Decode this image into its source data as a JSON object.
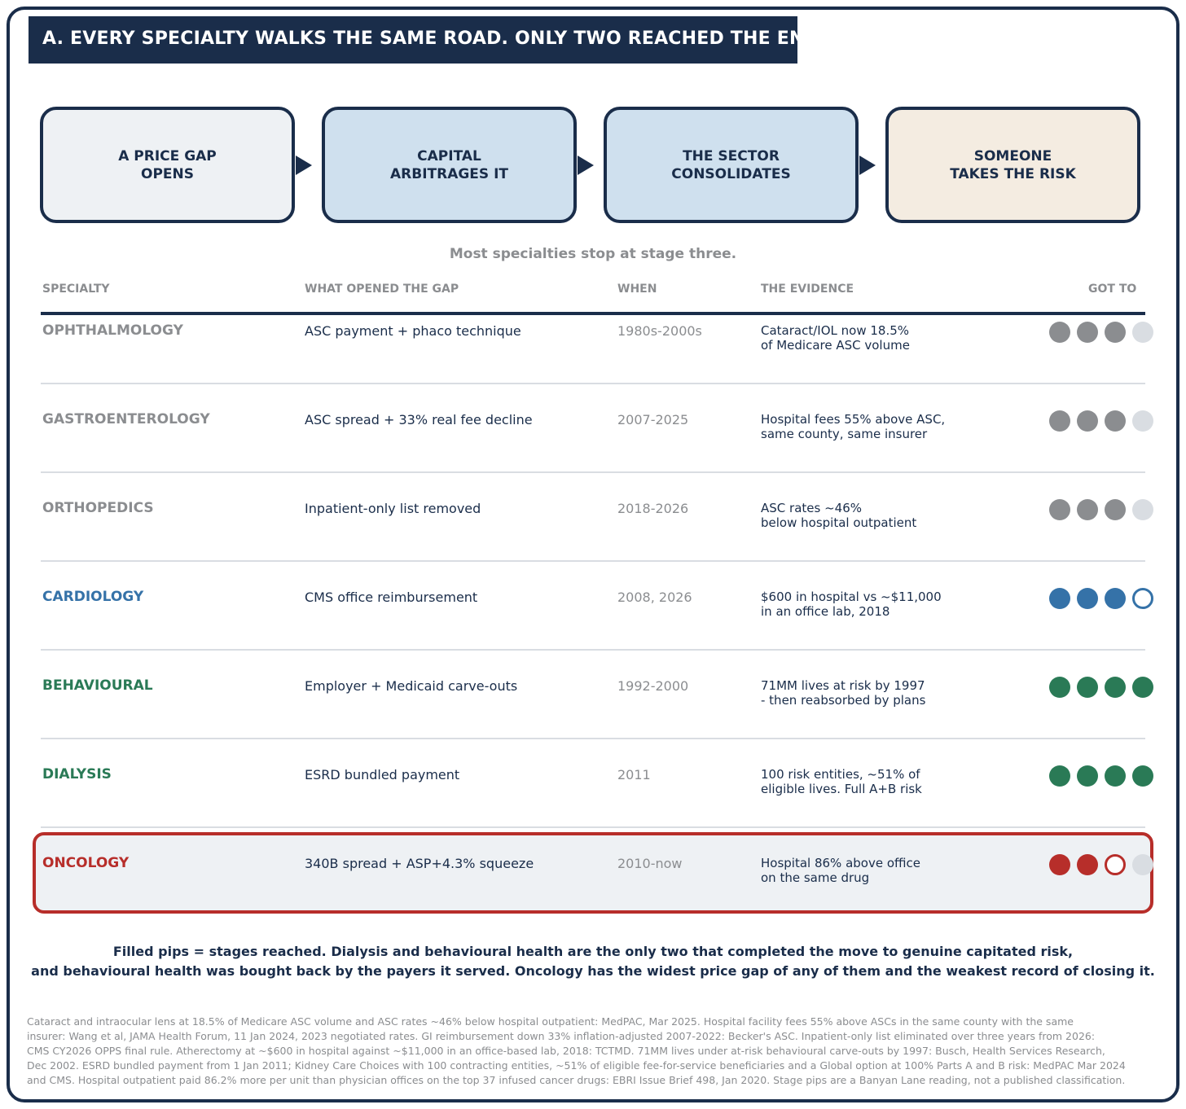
{
  "title": "A.  EVERY SPECIALTY WALKS THE SAME ROAD.  ONLY TWO REACHED THE END.",
  "stages": [
    {
      "label": "A PRICE GAP\nOPENS",
      "fill": "#eef1f4"
    },
    {
      "label": "CAPITAL\nARBITRAGES IT",
      "fill": "#cfe0ee"
    },
    {
      "label": "THE SECTOR\nCONSOLIDATES",
      "fill": "#cfe0ee"
    },
    {
      "label": "SOMEONE\nTAKES THE RISK",
      "fill": "#f4ece1"
    }
  ],
  "subtitle": "Most specialties stop at stage three.",
  "table": {
    "headers": {
      "specialty": "SPECIALTY",
      "gap": "WHAT OPENED THE GAP",
      "when": "WHEN",
      "evidence": "THE EVIDENCE",
      "got_to": "GOT TO"
    },
    "rows": [
      {
        "specialty": "OPHTHALMOLOGY",
        "gap": "ASC payment + phaco technique",
        "when": "1980s-2000s",
        "evidence": "Cataract/IOL now 18.5%\nof Medicare ASC volume",
        "color": "#8b8d90",
        "pips": [
          "filled",
          "filled",
          "filled",
          "empty"
        ]
      },
      {
        "specialty": "GASTROENTEROLOGY",
        "gap": "ASC spread + 33% real fee decline",
        "when": "2007-2025",
        "evidence": "Hospital fees 55% above ASC,\nsame county, same insurer",
        "color": "#8b8d90",
        "pips": [
          "filled",
          "filled",
          "filled",
          "empty"
        ]
      },
      {
        "specialty": "ORTHOPEDICS",
        "gap": "Inpatient-only list removed",
        "when": "2018-2026",
        "evidence": "ASC rates ~46%\nbelow hospital outpatient",
        "color": "#8b8d90",
        "pips": [
          "filled",
          "filled",
          "filled",
          "empty"
        ]
      },
      {
        "specialty": "CARDIOLOGY",
        "gap": "CMS office reimbursement",
        "when": "2008, 2026",
        "evidence": "$600 in hospital vs ~$11,000\nin an office lab, 2018",
        "color": "#3572a8",
        "pips": [
          "filled",
          "filled",
          "filled",
          "ring"
        ]
      },
      {
        "specialty": "BEHAVIOURAL",
        "gap": "Employer + Medicaid carve-outs",
        "when": "1992-2000",
        "evidence": "71MM lives at risk by 1997\n- then reabsorbed by plans",
        "color": "#2a7a56",
        "pips": [
          "filled",
          "filled",
          "filled",
          "filled"
        ]
      },
      {
        "specialty": "DIALYSIS",
        "gap": "ESRD bundled payment",
        "when": "2011",
        "evidence": "100 risk entities, ~51% of\neligible lives. Full A+B risk",
        "color": "#2a7a56",
        "pips": [
          "filled",
          "filled",
          "filled",
          "filled"
        ]
      },
      {
        "specialty": "ONCOLOGY",
        "gap": "340B spread + ASP+4.3% squeeze",
        "when": "2010-now",
        "evidence": "Hospital 86% above office\non the same drug",
        "color": "#b72e2a",
        "pips": [
          "filled",
          "filled",
          "ring",
          "empty"
        ]
      }
    ]
  },
  "footnote": "Filled pips = stages reached.  Dialysis and behavioural health are the only two that completed the move to genuine capitated risk,\nand behavioural health was bought back by the payers it served.  Oncology has the widest price gap of any of them and the weakest record of closing it.",
  "sources": "Cataract and intraocular lens at 18.5% of Medicare ASC volume and ASC rates ~46% below hospital outpatient: MedPAC, Mar 2025.  Hospital facility fees 55% above ASCs in the same county with the same\ninsurer: Wang et al, JAMA Health Forum, 11 Jan 2024, 2023 negotiated rates.  GI reimbursement down 33% inflation-adjusted 2007-2022: Becker's ASC.  Inpatient-only list eliminated over three years from 2026:\nCMS CY2026 OPPS final rule.  Atherectomy at ~$600 in hospital against ~$11,000 in an office-based lab, 2018: TCTMD.  71MM lives under at-risk behavioural carve-outs by 1997: Busch, Health Services Research,\nDec 2002.  ESRD bundled payment from 1 Jan 2011; Kidney Care Choices with 100 contracting entities, ~51% of eligible fee-for-service beneficiaries and a Global option at 100% Parts A and B risk: MedPAC Mar 2024\nand CMS.  Hospital outpatient paid 86.2% more per unit than physician offices on the top 37 infused cancer drugs: EBRI Issue Brief 498, Jan 2020.  Stage pips are a Banyan Lane reading, not a published classification.",
  "colors": {
    "navy": "#1a2d4a",
    "grey_pip": "#8b8d90",
    "empty_pip": "#d9dde2",
    "cardiology_blue": "#3572a8",
    "green": "#2a7a56",
    "oncology_red": "#b72e2a"
  }
}
